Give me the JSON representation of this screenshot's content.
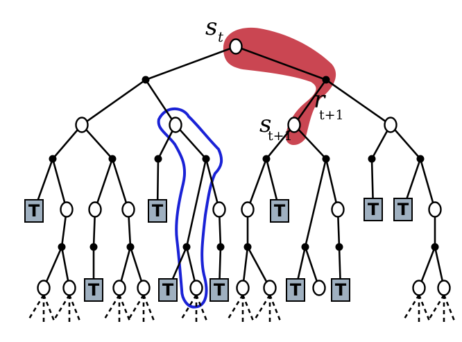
{
  "labels": {
    "state_current": "s",
    "state_current_sub": "t",
    "reward": "r",
    "reward_sub": "t+1",
    "state_next": "s",
    "state_next_sub": "t+1"
  },
  "terminal_symbol": "T",
  "colors": {
    "one_step_highlight": "#c4323f",
    "path_highlight": "#1a22d6",
    "terminal_fill": "#9fb0c0"
  }
}
